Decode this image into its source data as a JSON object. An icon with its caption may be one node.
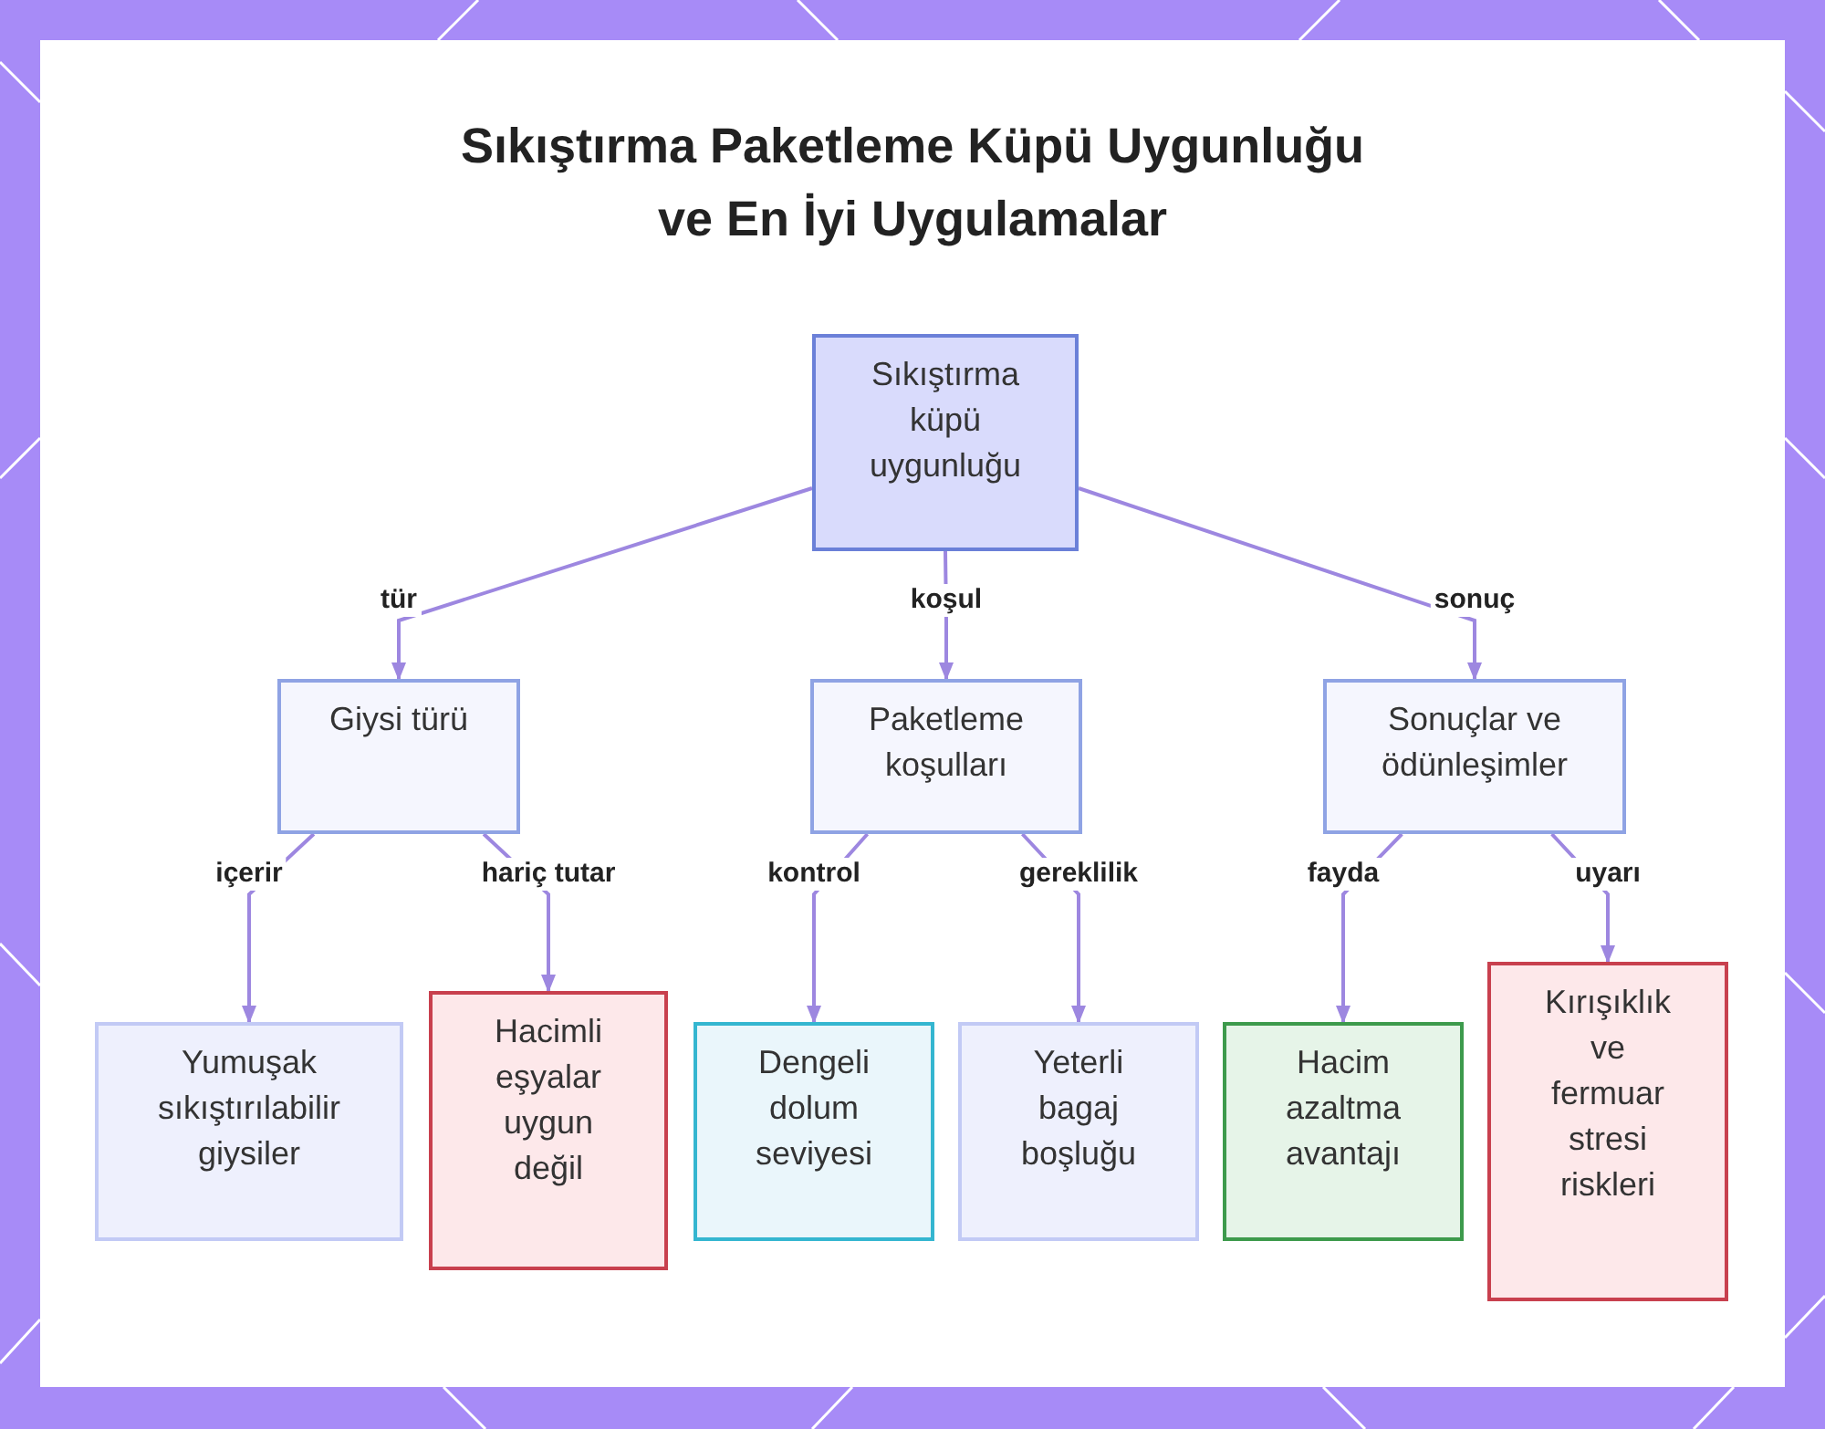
{
  "diagram": {
    "title": "Sıkıştırma Paketleme Küpü Uygunluğu ve En İyi Uygulamalar",
    "nodes": [
      {
        "text": [
          "Sıkıştırma küpü uygunluğu"
        ]
      },
      {
        "text": [
          "Giysi türü"
        ]
      },
      {
        "text": [
          "Paketleme koşulları"
        ]
      },
      {
        "text": [
          "Sonuçlar ve ödünleşimler"
        ]
      },
      {
        "text": [
          "Yumuşak sıkıştırılabilir giysiler"
        ]
      },
      {
        "text": [
          "Hacimli eşyalar uygun değil"
        ]
      },
      {
        "text": [
          "Dengeli dolum seviyesi"
        ]
      },
      {
        "text": [
          "Yeterli bagaj boşluğu"
        ]
      },
      {
        "text": [
          "Hacim azaltma avantajı"
        ]
      },
      {
        "text": [
          "Kırışıklık ve fermuar stresi riskleri"
        ]
      }
    ],
    "edges": [
      {
        "from": 0,
        "to": 1,
        "arrow": "to",
        "label": "tür"
      },
      {
        "from": 0,
        "to": 2,
        "arrow": "to",
        "label": "koşul"
      },
      {
        "from": 0,
        "to": 3,
        "arrow": "to",
        "label": "sonuç"
      },
      {
        "from": 1,
        "to": 4,
        "arrow": "to",
        "label": "içerir"
      },
      {
        "from": 1,
        "to": 5,
        "arrow": "to",
        "label": "hariç tutar"
      },
      {
        "from": 2,
        "to": 6,
        "arrow": "to",
        "label": "kontrol"
      },
      {
        "from": 2,
        "to": 7,
        "arrow": "to",
        "label": "gereklilik"
      },
      {
        "from": 3,
        "to": 8,
        "arrow": "to",
        "label": "fayda"
      },
      {
        "from": 3,
        "to": 9,
        "arrow": "to",
        "label": "uyarı"
      }
    ]
  }
}
